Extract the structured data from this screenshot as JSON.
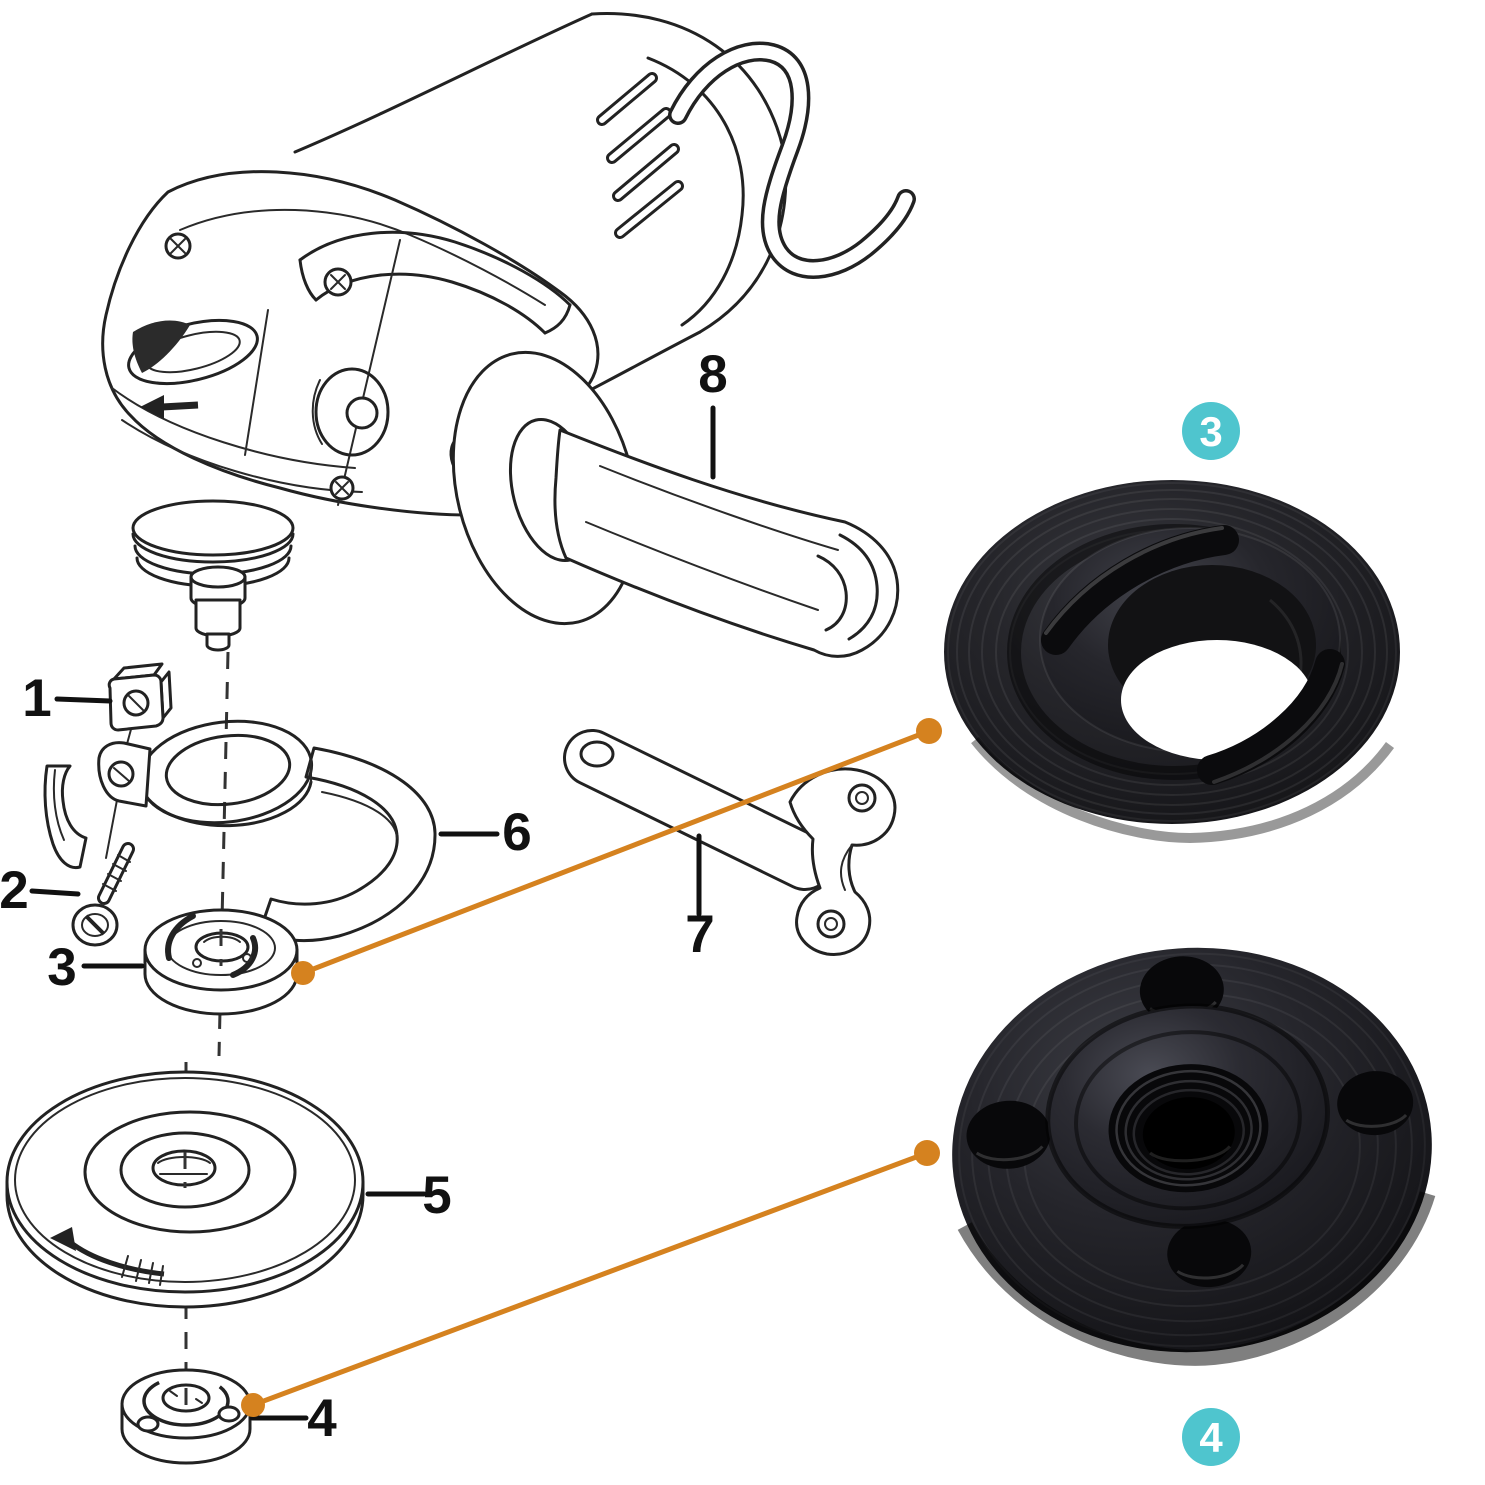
{
  "figure": {
    "kind": "angle-grinder-exploded-parts-diagram",
    "part_labels": [
      "1",
      "2",
      "3",
      "4",
      "5",
      "6",
      "7",
      "8"
    ],
    "badges": [
      {
        "text": "3"
      },
      {
        "text": "4"
      }
    ],
    "colors": {
      "background": "#ffffff",
      "line_art": "#222222",
      "connector": "#d5821f",
      "badge_fill": "#4fc5ce",
      "badge_text": "#ffffff",
      "label_text": "#111111"
    }
  }
}
